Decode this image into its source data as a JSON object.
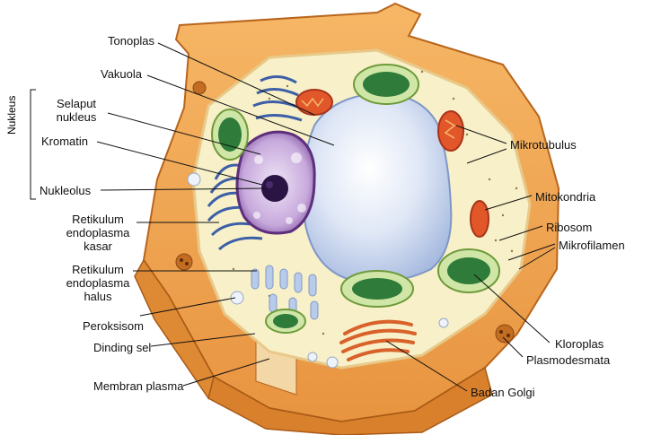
{
  "labels": {
    "tonoplas": "Tonoplas",
    "vakuola": "Vakuola",
    "selaput_nukleus_1": "Selaput",
    "selaput_nukleus_2": "nukleus",
    "kromatin": "Kromatin",
    "nukleolus": "Nukleolus",
    "rek_kasar_1": "Retikulum",
    "rek_kasar_2": "endoplasma",
    "rek_kasar_3": "kasar",
    "rek_halus_1": "Retikulum",
    "rek_halus_2": "endoplasma",
    "rek_halus_3": "halus",
    "peroksisom": "Peroksisom",
    "dinding_sel": "Dinding sel",
    "membran_plasma": "Membran plasma",
    "mikrotubulus": "Mikrotubulus",
    "mitokondria": "Mitokondria",
    "ribosom": "Ribosom",
    "mikrofilamen": "Mikrofilamen",
    "kloroplas": "Kloroplas",
    "plasmodesmata": "Plasmodesmata",
    "badan_golgi": "Badan Golgi",
    "nukleus_group": "Nukleus"
  }
}
